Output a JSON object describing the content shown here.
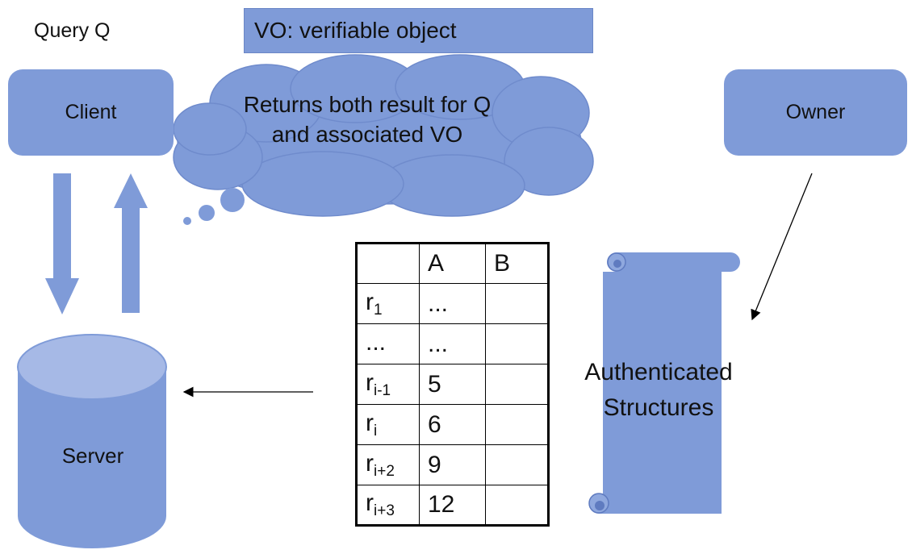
{
  "query_label": "Query Q",
  "vo_banner": "VO: verifiable object",
  "client_label": "Client",
  "owner_label": "Owner",
  "cloud_text": "Returns both result for Q and associated VO",
  "server_label": "Server",
  "auth_lines": [
    "Authenticated",
    "Structures"
  ],
  "table": {
    "headers": [
      "",
      "A",
      "B"
    ],
    "rows": [
      {
        "base": "r",
        "sub": "1",
        "a": "...",
        "b": ""
      },
      {
        "base": "...",
        "sub": "",
        "a": "...",
        "b": ""
      },
      {
        "base": "r",
        "sub": "i-1",
        "a": "5",
        "b": ""
      },
      {
        "base": "r",
        "sub": "i",
        "a": "6",
        "b": ""
      },
      {
        "base": "r",
        "sub": "i+2",
        "a": "9",
        "b": ""
      },
      {
        "base": "r",
        "sub": "i+3",
        "a": "12",
        "b": ""
      }
    ]
  },
  "colors": {
    "shape_fill": "#7f9bd8",
    "shape_dark": "#5f7bc0",
    "cylinder_top": "#a6b9e6"
  }
}
